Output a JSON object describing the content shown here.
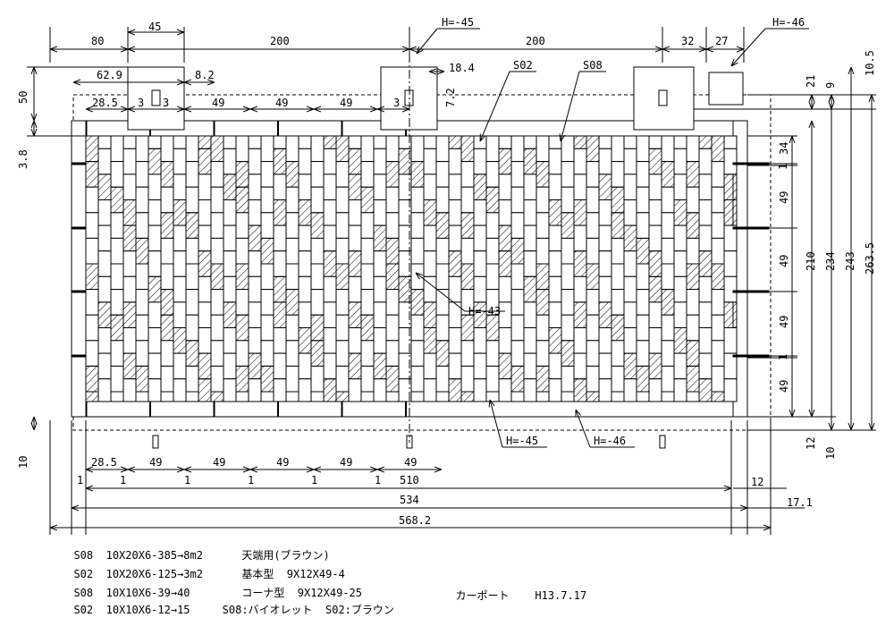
{
  "dimensions": {
    "top": [
      "80",
      "45",
      "200",
      "200",
      "32",
      "27"
    ],
    "sub_top": [
      "62.9",
      "8.2",
      "18.4",
      "7.2"
    ],
    "row_labels": [
      "28.5",
      "3",
      "3",
      "49",
      "49",
      "49",
      "3"
    ],
    "left": [
      "50",
      "3.8",
      "10"
    ],
    "right_segments": [
      "34",
      "1",
      "49",
      "49",
      "49",
      "1",
      "49"
    ],
    "right_totals": [
      "210",
      "234",
      "243",
      "263.5"
    ],
    "right_top": [
      "10.5",
      "21",
      "9"
    ],
    "right_bottom": [
      "12",
      "10"
    ],
    "bottom_row": [
      "28.5",
      "49",
      "49",
      "49",
      "49",
      "49"
    ],
    "bottom_ones": [
      "1",
      "1",
      "1",
      "1",
      "1",
      "1"
    ],
    "overall": [
      "510",
      "534",
      "568.2"
    ],
    "overall_right": [
      "12",
      "17.1"
    ]
  },
  "callouts": {
    "h45_top": "H=-45",
    "h46_top": "H=-46",
    "h43": "H=-43",
    "h45_bottom": "H=-45",
    "h46_bottom": "H=-46",
    "s02": "S02",
    "s08": "S08"
  },
  "specs": [
    {
      "code": "S08",
      "size": "10X20X6-385→8m2",
      "note": "天端用(ブラウン)"
    },
    {
      "code": "S02",
      "size": "10X20X6-125→3m2",
      "note": "基本型  9X12X49-4"
    },
    {
      "code": "S08",
      "size": "10X10X6-39→40",
      "note": "コーナ型  9X12X49-25"
    },
    {
      "code": "S02",
      "size": "10X10X6-12→15",
      "note": "S08:バイオレット  S02:ブラウン"
    }
  ],
  "project": {
    "name": "カーポート",
    "date": "H13.7.17"
  }
}
